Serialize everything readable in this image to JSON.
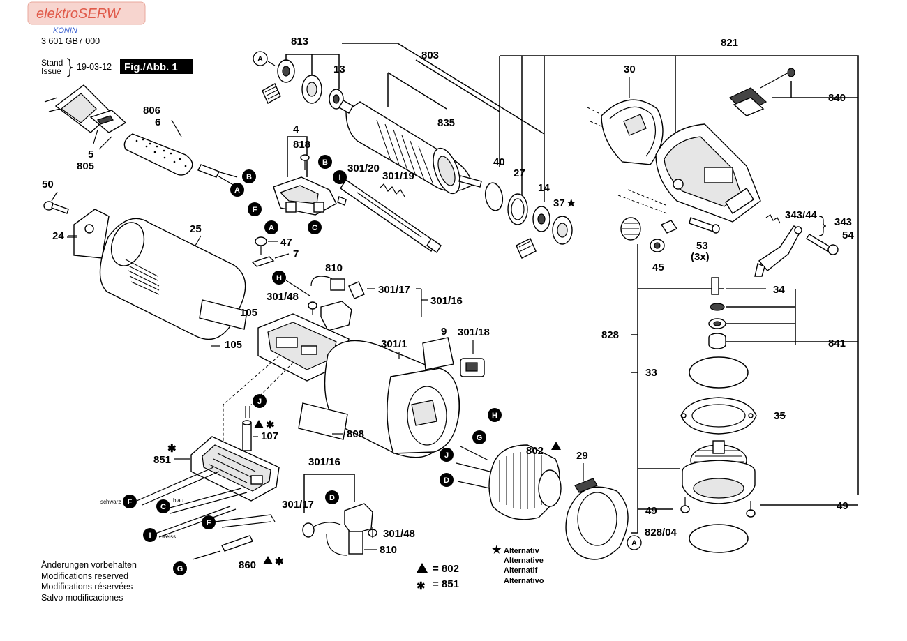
{
  "header": {
    "watermark": "elektroSERW",
    "watermark_sub": "KONIN",
    "part_no": "3 601 GB7 000",
    "stand": "Stand",
    "issue": "Issue",
    "date": "19-03-12",
    "fig": "Fig./Abb. 1"
  },
  "labels": {
    "l813": "813",
    "l13": "13",
    "l803": "803",
    "l821": "821",
    "l30": "30",
    "l840": "840",
    "l806": "806",
    "l6": "6",
    "l5": "5",
    "l805": "805",
    "l4": "4",
    "l818": "818",
    "l301_20": "301/20",
    "l301_19": "301/19",
    "l835": "835",
    "l40": "40",
    "l27": "27",
    "l14": "14",
    "l37": "37",
    "l50": "50",
    "l24": "24",
    "l25": "25",
    "l47": "47",
    "l7": "7",
    "l343_44": "343/44",
    "l343": "343",
    "l54": "54",
    "l53": "53",
    "l3x": "(3x)",
    "l45": "45",
    "l810a": "810",
    "l301_48a": "301/48",
    "l301_17a": "301/17",
    "l301_16a": "301/16",
    "l34": "34",
    "l105a": "105",
    "l105b": "105",
    "l9": "9",
    "l301_18": "301/18",
    "l301_1": "301/1",
    "l828": "828",
    "l841": "841",
    "l33": "33",
    "l35": "35",
    "l107": "107",
    "l851": "851",
    "l808": "808",
    "l802": "802",
    "l29": "29",
    "l301_16b": "301/16",
    "l301_17b": "301/17",
    "l301_48b": "301/48",
    "l810b": "810",
    "l49a": "49",
    "l49b": "49",
    "l828_04": "828/04",
    "l860": "860"
  },
  "wire_colors": {
    "schwarz": "schwarz",
    "blau": "blau",
    "weiss": "weiss"
  },
  "connectors": {
    "A": "A",
    "B": "B",
    "C": "C",
    "D": "D",
    "F": "F",
    "G": "G",
    "H": "H",
    "I": "I",
    "J": "J"
  },
  "notes": {
    "line1": "Änderungen vorbehalten",
    "line2": "Modifications reserved",
    "line3": "Modifications réservées",
    "line4": "Salvo modificaciones"
  },
  "legend": {
    "triangle_eq": "= 802",
    "star_eq": "= 851",
    "alt1": "Alternativ",
    "alt2": "Alternative",
    "alt3": "Alternatif",
    "alt4": "Alternativo"
  },
  "icons": {
    "triangle": "triangle-icon",
    "star": "star-icon",
    "brace": "brace-icon"
  },
  "colors": {
    "watermark": "#e05a4a",
    "watermark_sub": "#3a5fcf",
    "ink": "#000000"
  }
}
